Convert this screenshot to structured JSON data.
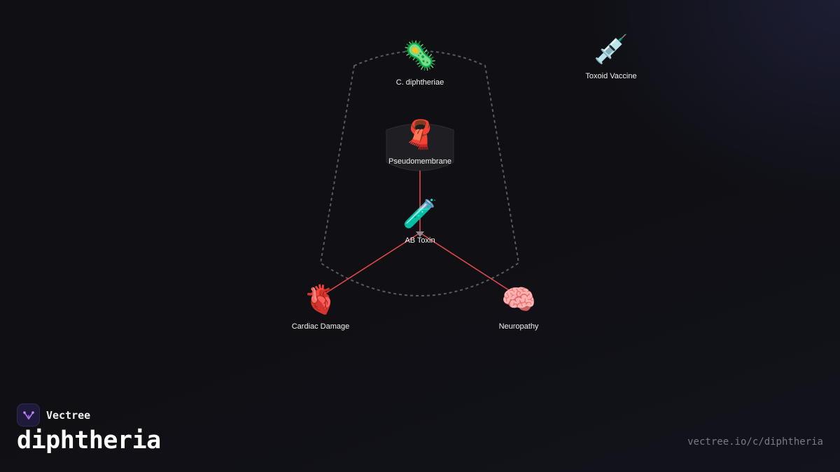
{
  "brand": {
    "name": "Vectree",
    "accent": "#b06bf0"
  },
  "title": "diphtheria",
  "url": "vectree.io/c/diphtheria",
  "colors": {
    "edge": "#e04848",
    "group_border": "#5a5a60",
    "background": "#0f0f14"
  },
  "nodes": {
    "bacterium": {
      "label": "C. diphtheriae",
      "icon": "microbe-icon",
      "glyph": "🦠"
    },
    "vaccine": {
      "label": "Toxoid Vaccine",
      "icon": "syringe-icon",
      "glyph": "💉"
    },
    "membrane": {
      "label": "Pseudomembrane",
      "icon": "scarf-icon",
      "glyph": "🧣"
    },
    "toxin": {
      "label": "AB Toxin",
      "icon": "test-tube-icon",
      "glyph": "🧪"
    },
    "cardiac": {
      "label": "Cardiac Damage",
      "icon": "anatomical-heart-icon",
      "glyph": "🫀"
    },
    "neuro": {
      "label": "Neuropathy",
      "icon": "brain-icon",
      "glyph": "🧠"
    }
  },
  "edges": [
    {
      "from": "membrane",
      "to": "toxin"
    },
    {
      "from": "toxin",
      "to": "cardiac"
    },
    {
      "from": "toxin",
      "to": "neuro"
    }
  ]
}
